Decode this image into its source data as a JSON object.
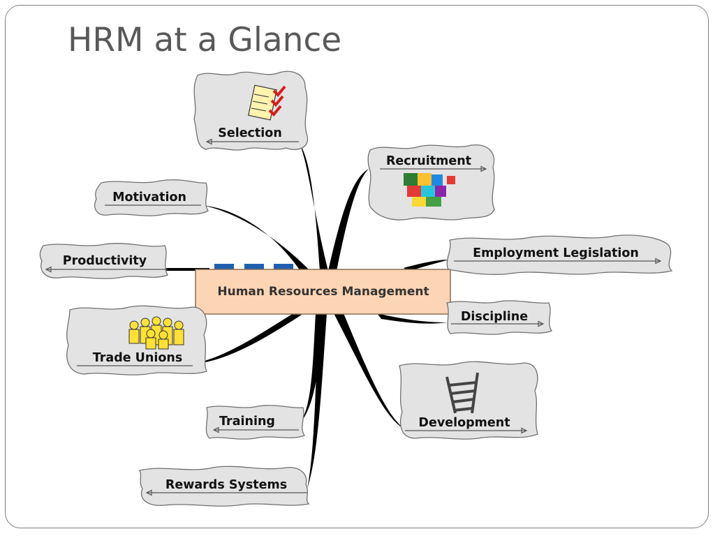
{
  "slide": {
    "title": "HRM at a Glance"
  },
  "diagram": {
    "center": "Human Resources Management",
    "nodes": {
      "selection": "Selection",
      "recruitment": "Recruitment",
      "motivation": "Motivation",
      "productivity": "Productivity",
      "employment_legislation": "Employment Legislation",
      "discipline": "Discipline",
      "trade_unions": "Trade Unions",
      "development": "Development",
      "training": "Training",
      "rewards_systems": "Rewards Systems"
    },
    "icons": {
      "selection": "checklist-document-icon",
      "recruitment": "puzzle-pieces-icon",
      "trade_unions": "people-group-icon",
      "development": "ladder-icon"
    },
    "colors": {
      "center_fill": "#fcd5b4",
      "cloud_fill": "#e3e3e3",
      "branch": "#000000",
      "tab_blue": "#1f5fae"
    }
  }
}
